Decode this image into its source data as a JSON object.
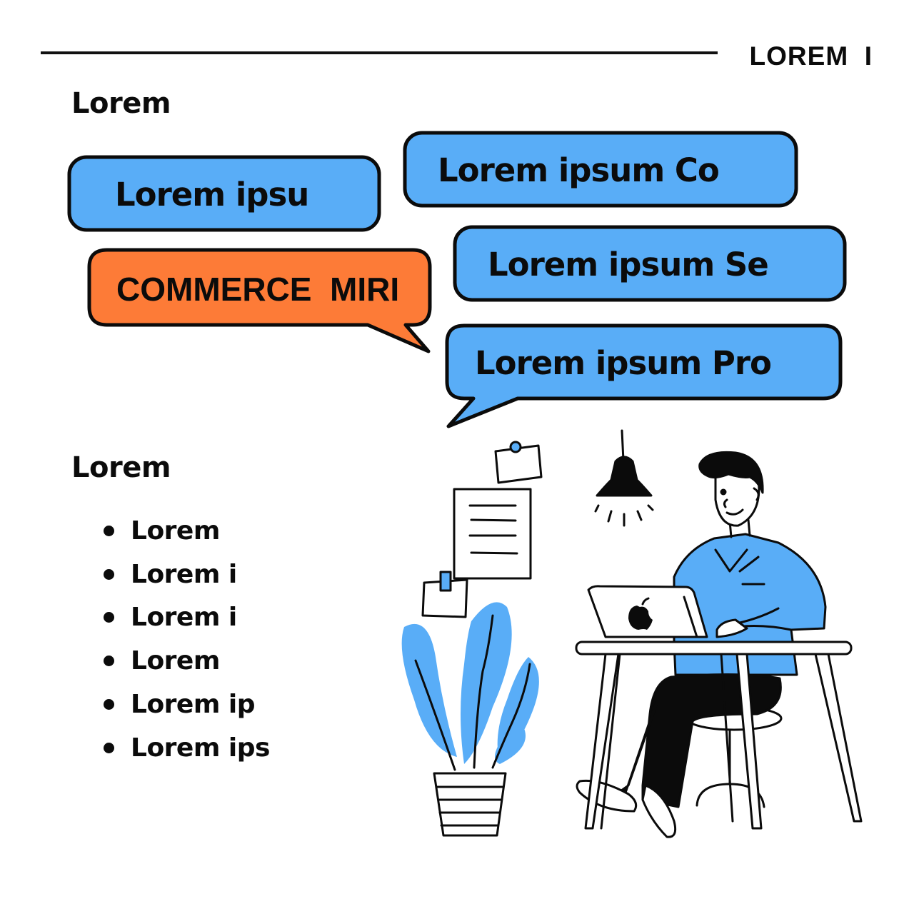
{
  "header": {
    "brand": "LOREM  I"
  },
  "sections": {
    "top_heading": "Lorem",
    "bottom_heading": "Lorem"
  },
  "bubbles": [
    {
      "label": "Lorem ipsu",
      "color": "#59adf7"
    },
    {
      "label": "Lorem ipsum Co",
      "color": "#59adf7"
    },
    {
      "label": "Lorem ipsum Se",
      "color": "#59adf7"
    },
    {
      "label": "COMMERCE  MIRI",
      "color": "#fd7b37"
    },
    {
      "label": "Lorem ipsum Pro",
      "color": "#59adf7"
    }
  ],
  "list": [
    "Lorem",
    "Lorem i",
    "Lorem i",
    "Lorem",
    "Lorem ip",
    "Lorem ips"
  ],
  "illustration": {
    "subject": "person-working-at-laptop",
    "icons": [
      "pendant-lamp-icon",
      "notepad-icon",
      "sticky-note-icon",
      "potted-plant-icon",
      "laptop-icon",
      "desk-icon",
      "chair-icon"
    ],
    "colors": {
      "accent_blue": "#59adf7",
      "accent_orange": "#fd7b37",
      "ink": "#0b0b0b"
    }
  }
}
